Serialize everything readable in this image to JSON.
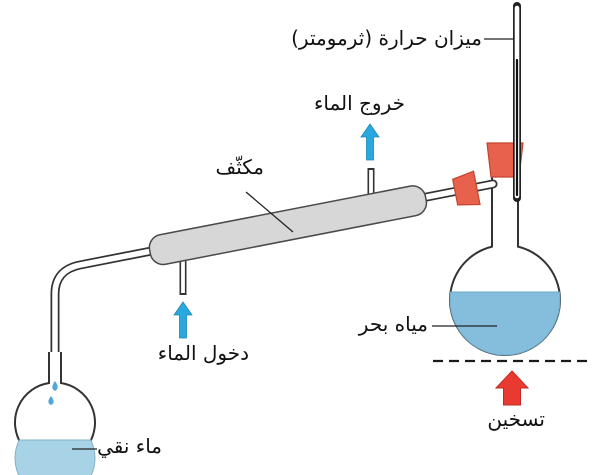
{
  "diagram": {
    "labels": {
      "thermometer": "ميزان حرارة (ثرمومتر)",
      "water_out": "خروج الماء",
      "condenser": "مكثّف",
      "water_in": "دخول الماء",
      "sea_water": "مياه بحر",
      "heating": "تسخين",
      "pure_water": "ماء نقي"
    },
    "colors": {
      "sea_water_fill": "#85BEDC",
      "pure_water_fill": "#A8D3E6",
      "condenser_fill": "#D7D7D7",
      "cork": "#E8614C",
      "water_arrow": "#29A8E0",
      "heat_arrow": "#E83A30",
      "drop": "#4FA8D8"
    }
  }
}
